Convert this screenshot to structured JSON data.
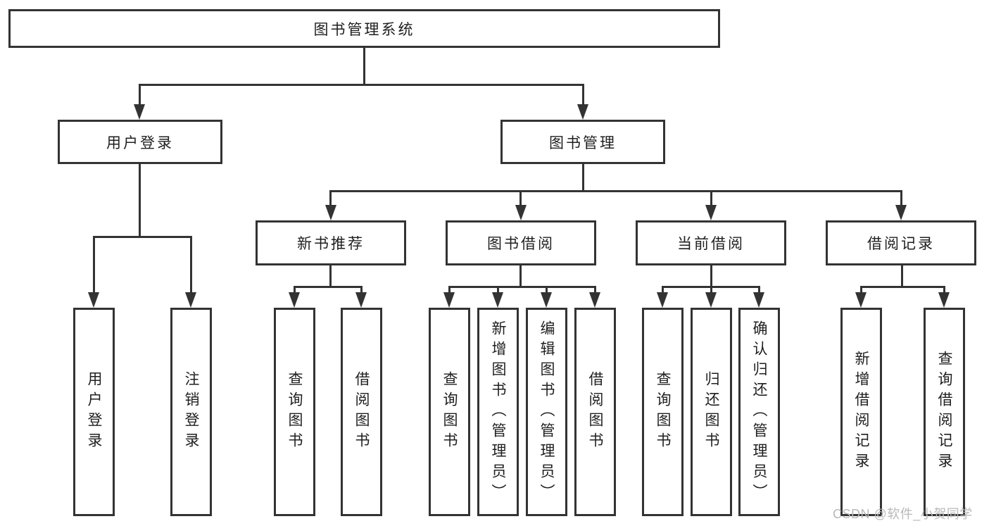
{
  "nodes": {
    "root": "图书管理系统",
    "userLogin": "用户登录",
    "bookManagement": "图书管理",
    "newBookRecommend": "新书推荐",
    "bookBorrow": "图书借阅",
    "currentBorrow": "当前借阅",
    "borrowRecord": "借阅记录",
    "ulUserLogin": "用户登录",
    "ulLogout": "注销登录",
    "nbQueryBook": "查询图书",
    "nbBorrowBook": "借阅图书",
    "bbQueryBook": "查询图书",
    "bbAddBook": "新增图书（管理员）",
    "bbEditBook": "编辑图书（管理员）",
    "bbBorrowBook": "借阅图书",
    "cbQueryBook": "查询图书",
    "cbReturnBook": "归还图书",
    "cbConfirmReturn": "确认归还（管理员）",
    "brAddRecord": "新增借阅记录",
    "brQueryRecord": "查询借阅记录"
  },
  "watermark": {
    "text": "CSDN @软件_小贺同学"
  },
  "colors": {
    "line": "#333333",
    "text": "#1f1f1f",
    "background": "#ffffff",
    "watermark": "#b9b9b9"
  }
}
